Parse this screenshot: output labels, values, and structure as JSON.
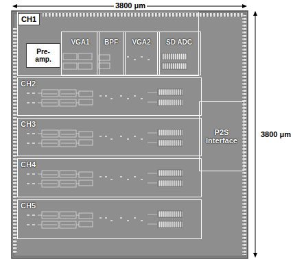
{
  "diagram": {
    "nodes": [
      {
        "text": [
          "CH1"
        ]
      },
      {
        "text": [
          "Pre- amp."
        ],
        "in": 0
      },
      {
        "text": [
          "VGA1"
        ],
        "in": 0
      },
      {
        "text": [
          "BPF"
        ],
        "in": 0
      },
      {
        "text": [
          "VGA2"
        ],
        "in": 0
      },
      {
        "text": [
          "SD ADC"
        ],
        "in": 0
      },
      {
        "text": [
          "CH2"
        ]
      },
      {
        "text": [
          "CH3"
        ]
      },
      {
        "text": [
          "CH4"
        ]
      },
      {
        "text": [
          "CH5"
        ]
      },
      {
        "text": [
          "P2S Interface"
        ]
      }
    ],
    "labels": [
      "3800 μm",
      "3800 μm"
    ]
  }
}
